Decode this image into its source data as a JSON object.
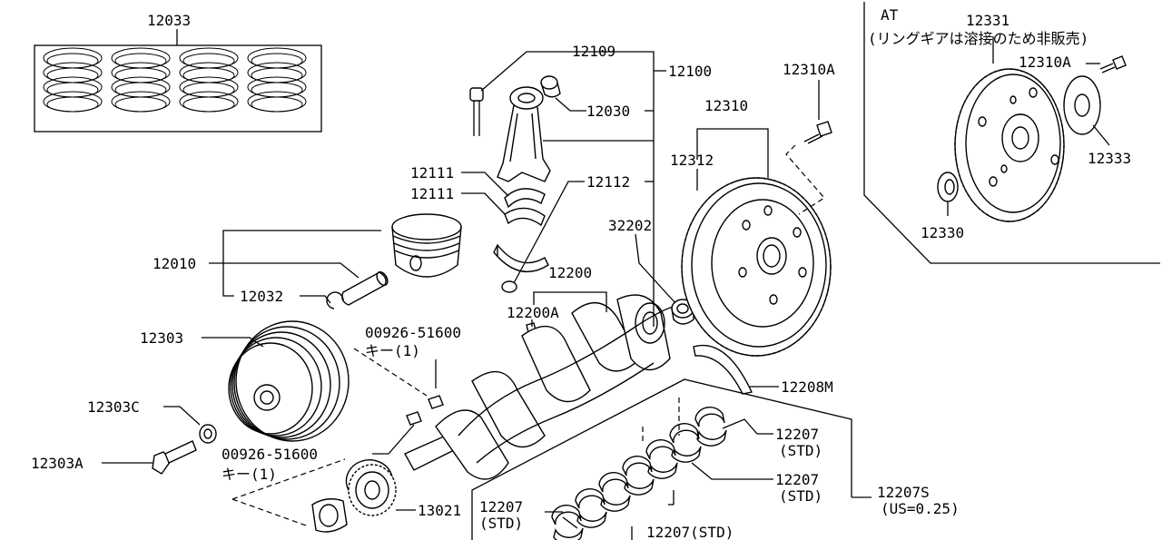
{
  "labels": {
    "piston_ring_set": "12033",
    "rod_bolt": "12109",
    "conrod_assy": "12100",
    "bushing": "12030",
    "bearing_upper": "12111",
    "bearing_lower": "12111",
    "rod_nut": "12112",
    "piston": "12010",
    "piston_pin": "12032",
    "pulley": "12303",
    "key_top_code": "00926-51600",
    "key_top_text": "キー(1)",
    "pulley_washer": "12303C",
    "pulley_bolt": "12303A",
    "key_bottom_code": "00926-51600",
    "key_bottom_text": "キー(1)",
    "sprocket": "13021",
    "crankshaft": "12200",
    "crank_key": "12200A",
    "pilot_bushing": "32202",
    "flywheel_bolt": "12310A",
    "flywheel_assy": "12310",
    "flywheel": "12312",
    "thrust_washer": "12208M",
    "main_bearing_1": "12207",
    "main_bearing_1_note": "(STD)",
    "main_bearing_2": "12207",
    "main_bearing_2_note": "(STD)",
    "main_bearing_3": "12207",
    "main_bearing_3_note": "(STD)",
    "main_bearing_4": "12207(STD)",
    "main_bearing_set": "12207S",
    "main_bearing_set_note": "(US=0.25)",
    "at_title": "AT",
    "at_drive_plate": "12331",
    "at_drive_plate_note": "(リングギアは溶接のため非販売)",
    "at_bolt": "12310A",
    "at_reinforcement": "12333",
    "at_seal": "12330"
  },
  "colors": {
    "line": "#000000",
    "background": "#ffffff"
  }
}
